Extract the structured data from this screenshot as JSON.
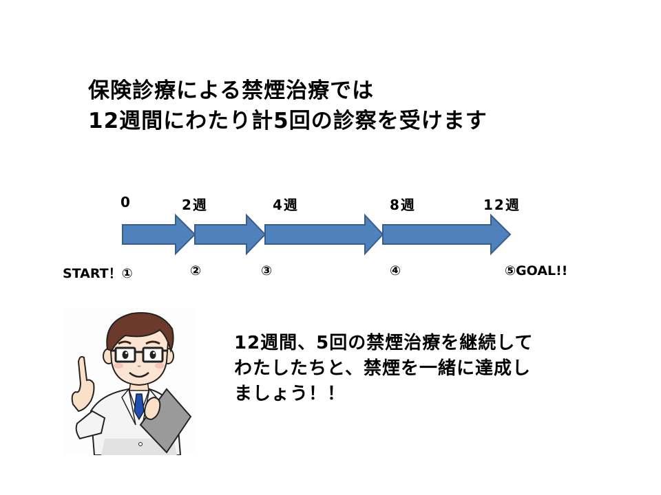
{
  "title": {
    "line1": "保険診療による禁煙治療では",
    "line2": "12週間にわたり計5回の診察を受けます"
  },
  "timeline": {
    "arrow_fill": "#4f81bd",
    "arrow_stroke": "#385d8a",
    "weeks": [
      {
        "label": "0"
      },
      {
        "label": "2週"
      },
      {
        "label": "4週"
      },
      {
        "label": "8週"
      },
      {
        "label": "12週"
      }
    ],
    "visits": [
      {
        "label": "START！①"
      },
      {
        "label": "②"
      },
      {
        "label": "③"
      },
      {
        "label": "④"
      },
      {
        "label": "⑤GOAL!!"
      }
    ]
  },
  "illustration": {
    "icon": "doctor-pointing-icon",
    "description": "Doctor in white coat with glasses, pointing finger up and holding a clipboard"
  },
  "message": {
    "line1": "12週間、5回の禁煙治療を継続して",
    "line2": "わたしたちと、禁煙を一緒に達成し",
    "line3": "ましょう！！"
  }
}
